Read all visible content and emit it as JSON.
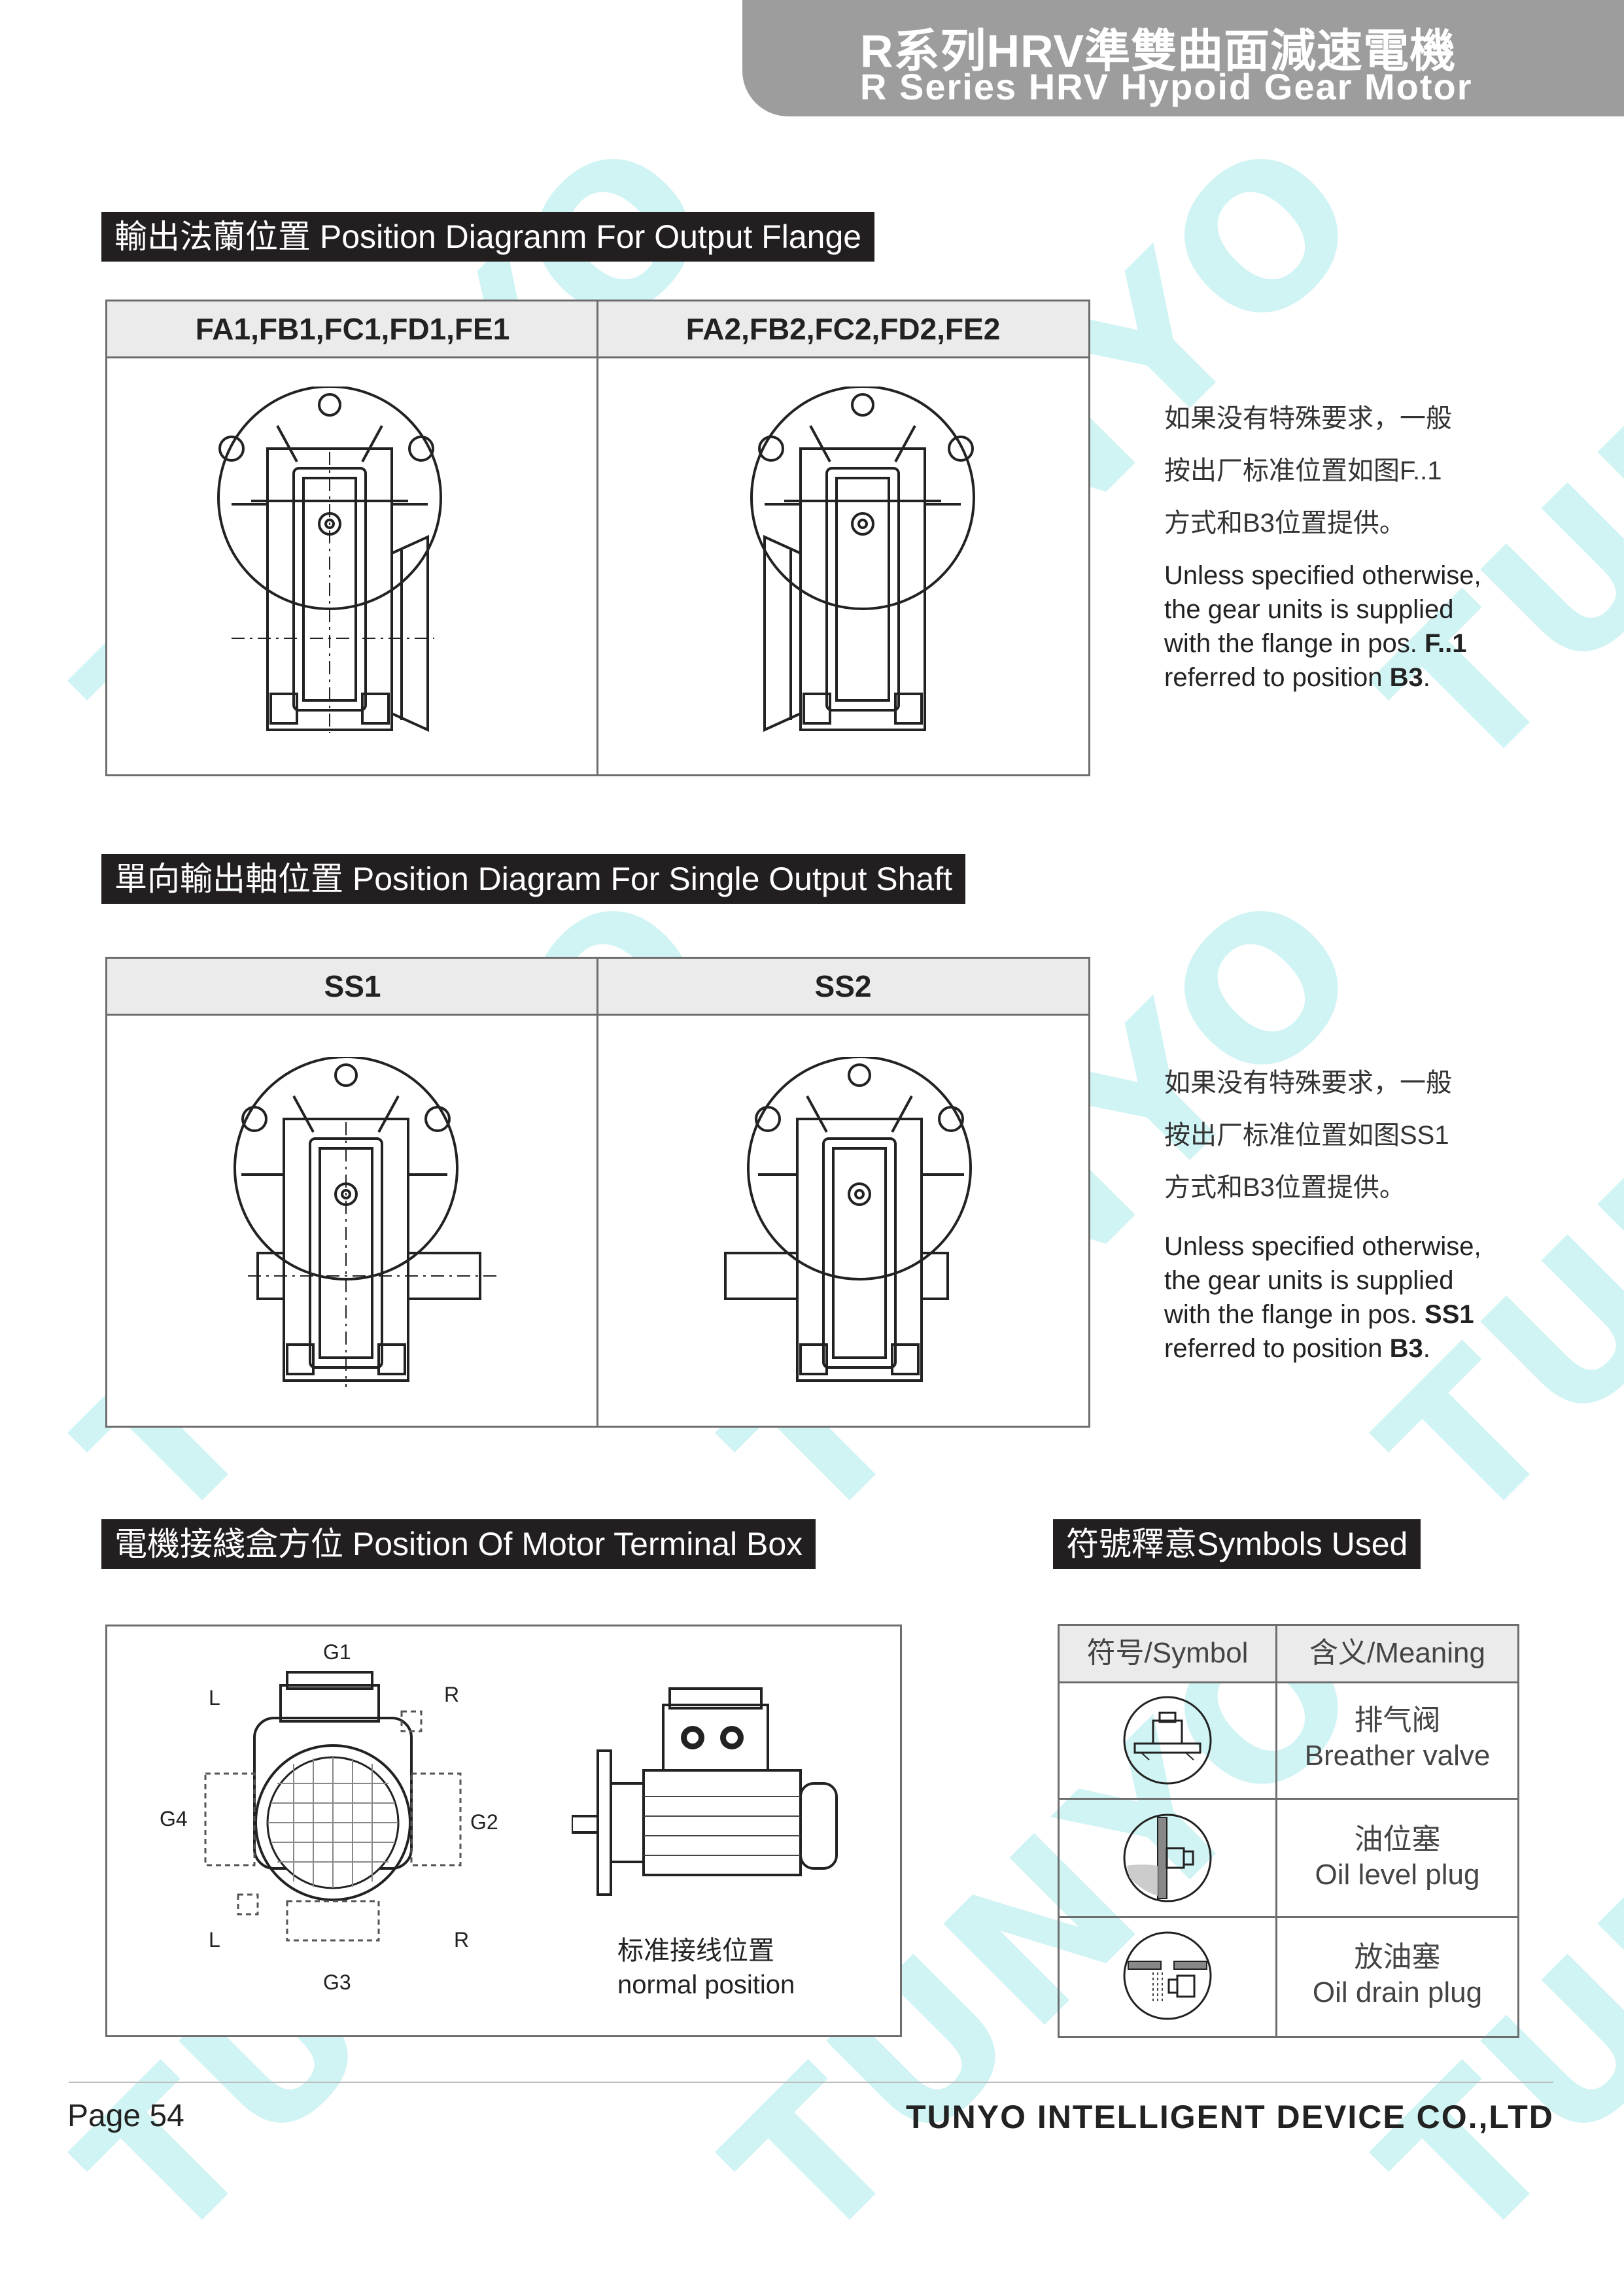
{
  "header": {
    "title_cn": "R系列HRV準雙曲面減速電機",
    "title_en": "R Series HRV Hypoid Gear Motor"
  },
  "sections": {
    "flange": {
      "title": "輸出法蘭位置 Position Diagranm For Output Flange",
      "col1": "FA1,FB1,FC1,FD1,FE1",
      "col2": "FA2,FB2,FC2,FD2,FE2",
      "note_cn": [
        "如果没有特殊要求，一般",
        "按出厂标准位置如图F..1",
        "方式和B3位置提供。"
      ],
      "note_en": [
        "Unless specified otherwise,",
        "the gear units is supplied",
        "with the flange in pos. ",
        "F..1",
        "referred to position ",
        "B3",
        "."
      ]
    },
    "shaft": {
      "title": "單向輸出軸位置 Position Diagram For Single Output Shaft",
      "col1": "SS1",
      "col2": "SS2",
      "note_cn": [
        "如果没有特殊要求，一般",
        "按出厂标准位置如图SS1",
        "方式和B3位置提供。"
      ],
      "note_en": [
        "Unless specified otherwise,",
        "the gear units is supplied",
        "with the flange in pos. ",
        "SS1",
        "referred to position ",
        "B3",
        "."
      ]
    },
    "terminal": {
      "title": "電機接綫盒方位 Position Of Motor Terminal Box",
      "labels": {
        "g1": "G1",
        "g2": "G2",
        "g3": "G3",
        "g4": "G4",
        "l_top": "L",
        "r_top": "R",
        "l_bottom": "L",
        "r_bottom": "R"
      },
      "normal_cn": "标准接线位置",
      "normal_en": "normal position"
    },
    "symbols": {
      "title": "符號釋意Symbols Used",
      "head_symbol": "符号/Symbol",
      "head_meaning": "含义/Meaning",
      "rows": [
        {
          "icon": "breather-valve-icon",
          "cn": "排气阀",
          "en": "Breather valve"
        },
        {
          "icon": "oil-level-plug-icon",
          "cn": "油位塞",
          "en": "Oil level plug"
        },
        {
          "icon": "oil-drain-plug-icon",
          "cn": "放油塞",
          "en": "Oil drain plug"
        }
      ]
    }
  },
  "footer": {
    "page": "Page 54",
    "company": "TUNYO INTELLIGENT DEVICE CO.,LTD"
  },
  "watermark": "TUNYO",
  "colors": {
    "header_bg": "#9d9d9e",
    "bar_bg": "#231f20",
    "watermark": "#5ad6d6",
    "table_head": "#ebebeb"
  }
}
